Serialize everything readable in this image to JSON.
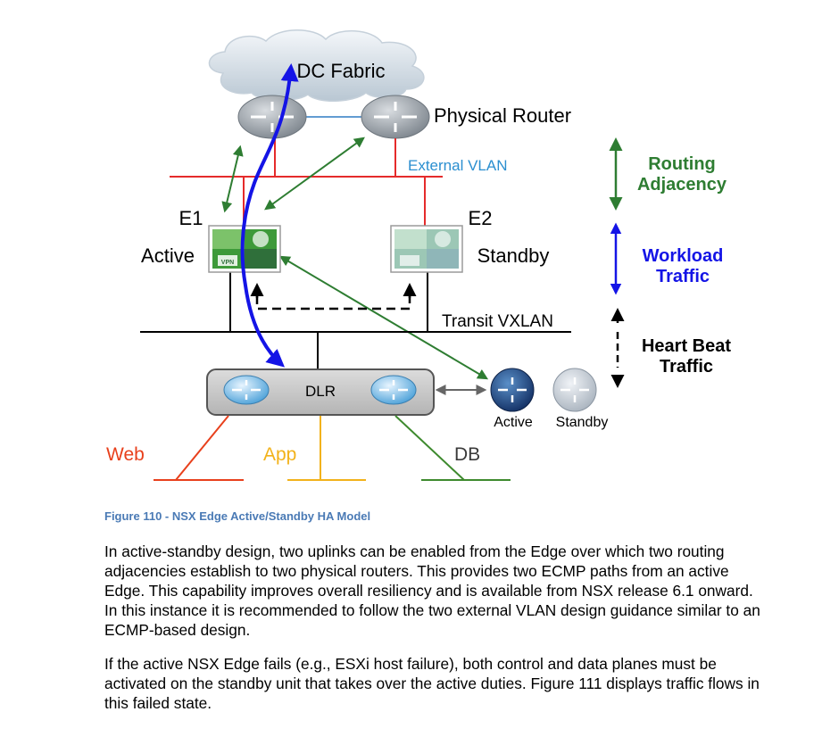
{
  "diagram": {
    "dc_fabric": "DC Fabric",
    "physical_router": "Physical Router",
    "external_vlan": "External VLAN",
    "edge1_name": "E1",
    "edge1_state": "Active",
    "edge2_name": "E2",
    "edge2_state": "Standby",
    "transit_vxlan": "Transit VXLAN",
    "dlr": "DLR",
    "control_active": "Active",
    "control_standby": "Standby",
    "net_web": "Web",
    "net_app": "App",
    "net_db": "DB",
    "vpn_label": "VPN",
    "legend": {
      "routing_line1": "Routing",
      "routing_line2": "Adjacency",
      "workload_line1": "Workload",
      "workload_line2": "Traffic",
      "heartbeat_line1": "Heart Beat",
      "heartbeat_line2": "Traffic"
    },
    "colors": {
      "routing": "#2e7d32",
      "workload": "#1414e6",
      "external_vlan_text": "#2b8fd0",
      "red_link": "#e52b2b",
      "web": "#e8401c",
      "app": "#f2b21a",
      "db": "#3e8a2e"
    }
  },
  "caption": "Figure 110 - NSX Edge Active/Standby HA Model",
  "paragraphs": [
    "In active-standby design, two uplinks can be enabled from the Edge over which two routing adjacencies establish to two physical routers. This provides two ECMP paths from an active Edge. This capability improves overall resiliency and is available from NSX release 6.1 onward. In this instance it is recommended to follow the two external VLAN design guidance similar to an ECMP-based design.",
    "If the active NSX Edge fails (e.g., ESXi host failure), both control and data planes must be activated on the standby unit that takes over the active duties. Figure 111 displays traffic flows in this failed state."
  ]
}
